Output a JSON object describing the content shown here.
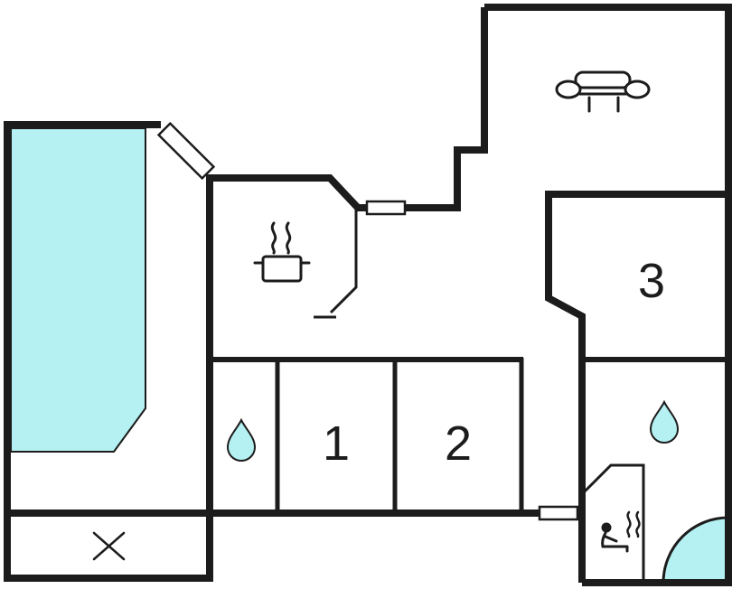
{
  "floor_plan": {
    "rooms": {
      "bedroom1": {
        "label": "1"
      },
      "bedroom2": {
        "label": "2"
      },
      "bedroom3": {
        "label": "3"
      }
    },
    "icons": {
      "living_room": "sofa-icon",
      "kitchen": "stove-pot-icon",
      "bathroom_left": "water-drop-icon",
      "bathroom_right": "water-drop-icon",
      "sauna": "sauna-person-icon",
      "terrace_mark": "cross-mark-icon",
      "shower": "corner-shower-icon",
      "openings": "door-opening-icon",
      "pool": "pool-area"
    }
  },
  "colors": {
    "wall": "#1c1c1c",
    "water": "#b5f1f2",
    "background": "#ffffff",
    "door": "#ffffff"
  }
}
